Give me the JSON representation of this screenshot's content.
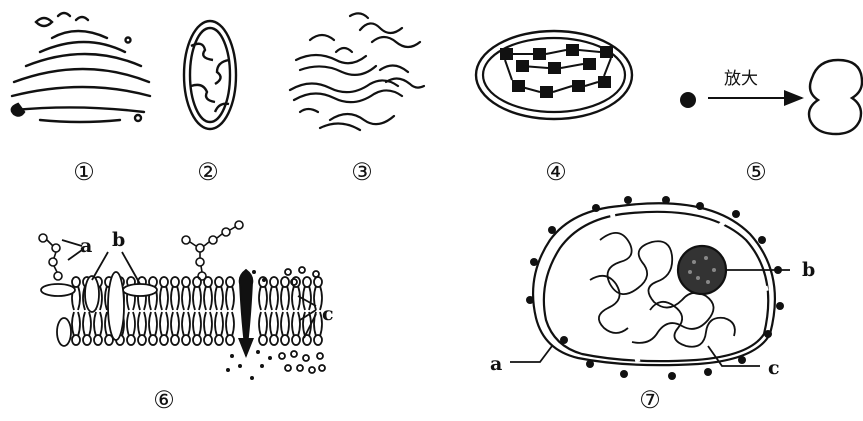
{
  "figure": {
    "panels": [
      {
        "id": "golgi",
        "number": "①"
      },
      {
        "id": "mitochondrion",
        "number": "②"
      },
      {
        "id": "endoplasmic-reticulum",
        "number": "③"
      },
      {
        "id": "chloroplast",
        "number": "④"
      },
      {
        "id": "centrosome",
        "number": "⑤",
        "arrow_text": "放大"
      },
      {
        "id": "cell-membrane",
        "number": "⑥",
        "labels": [
          "a",
          "b",
          "c"
        ]
      },
      {
        "id": "nucleus",
        "number": "⑦",
        "labels": [
          "a",
          "b",
          "c"
        ]
      }
    ]
  },
  "colors": {
    "ink": "#111111",
    "background": "#ffffff"
  }
}
